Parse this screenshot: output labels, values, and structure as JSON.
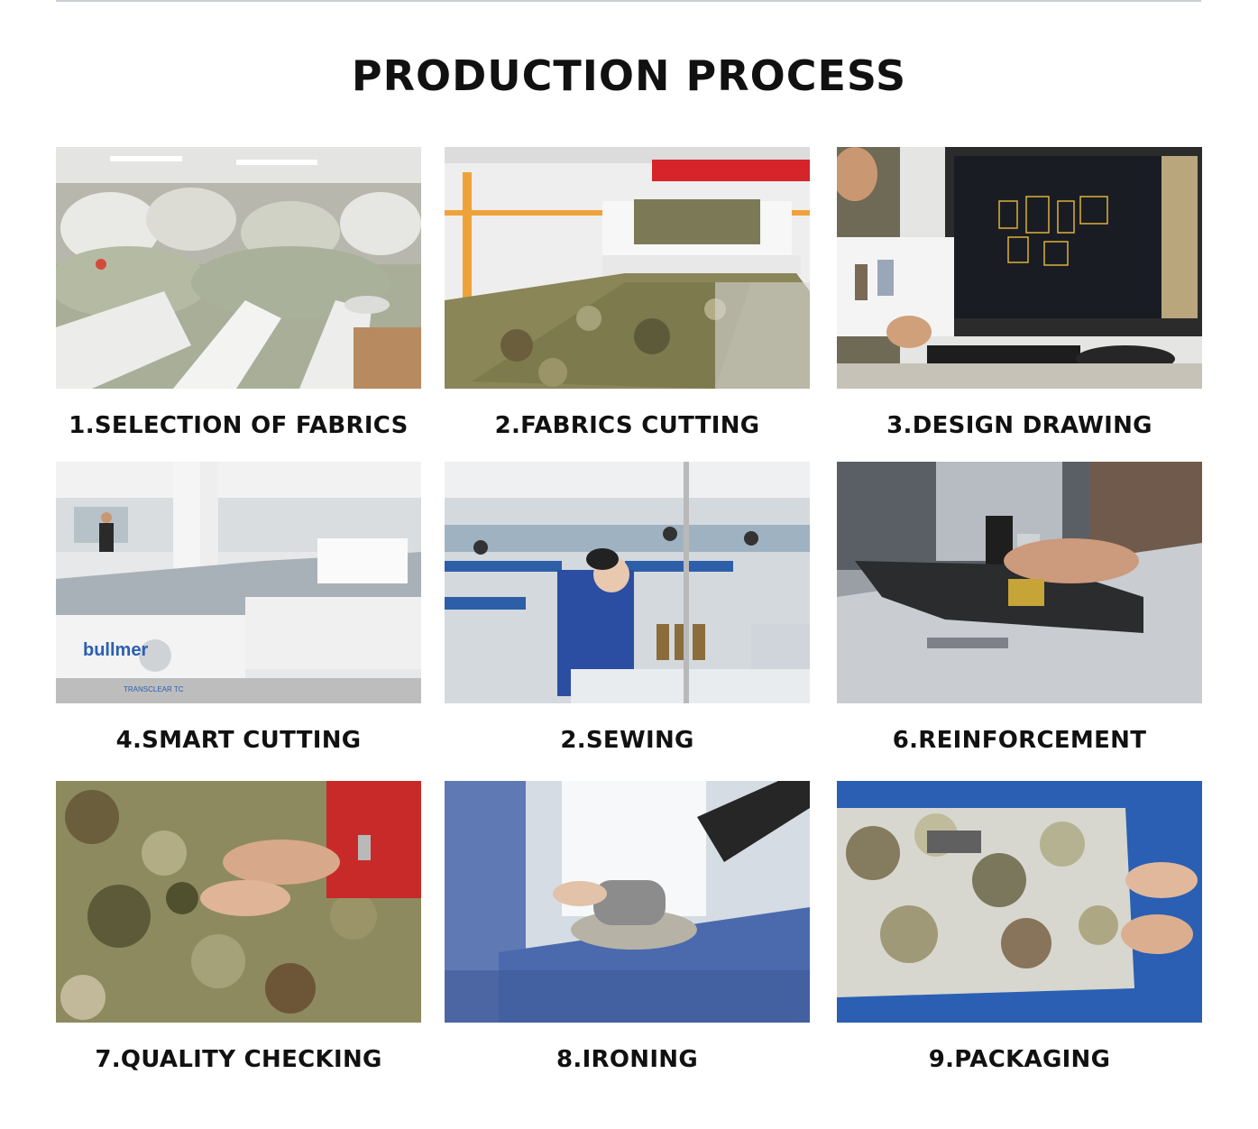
{
  "page": {
    "title": "PRODUCTION PROCESS"
  },
  "steps": [
    {
      "caption": "1.SELECTION OF FABRICS",
      "icon": "fabric-rolls-photo"
    },
    {
      "caption": "2.FABRICS CUTTING",
      "icon": "spreading-machine-photo"
    },
    {
      "caption": "3.DESIGN DRAWING",
      "icon": "cad-computer-photo"
    },
    {
      "caption": "4.SMART CUTTING",
      "icon": "cutting-machine-photo"
    },
    {
      "caption": "2.SEWING",
      "icon": "sewing-workshop-photo"
    },
    {
      "caption": "6.REINFORCEMENT",
      "icon": "sewing-needle-photo"
    },
    {
      "caption": "7.QUALITY CHECKING",
      "icon": "inspection-hands-photo"
    },
    {
      "caption": "8.IRONING",
      "icon": "steam-iron-photo"
    },
    {
      "caption": "9.PACKAGING",
      "icon": "bagged-garment-photo"
    }
  ],
  "brand": {
    "machine_label": "bullmer",
    "machine_model": "TRANSCLEAR TC"
  },
  "colors": {
    "title": "#111111",
    "camo_base": "#8a8a5c",
    "cutting_table_blue": "#2a5fb3"
  }
}
